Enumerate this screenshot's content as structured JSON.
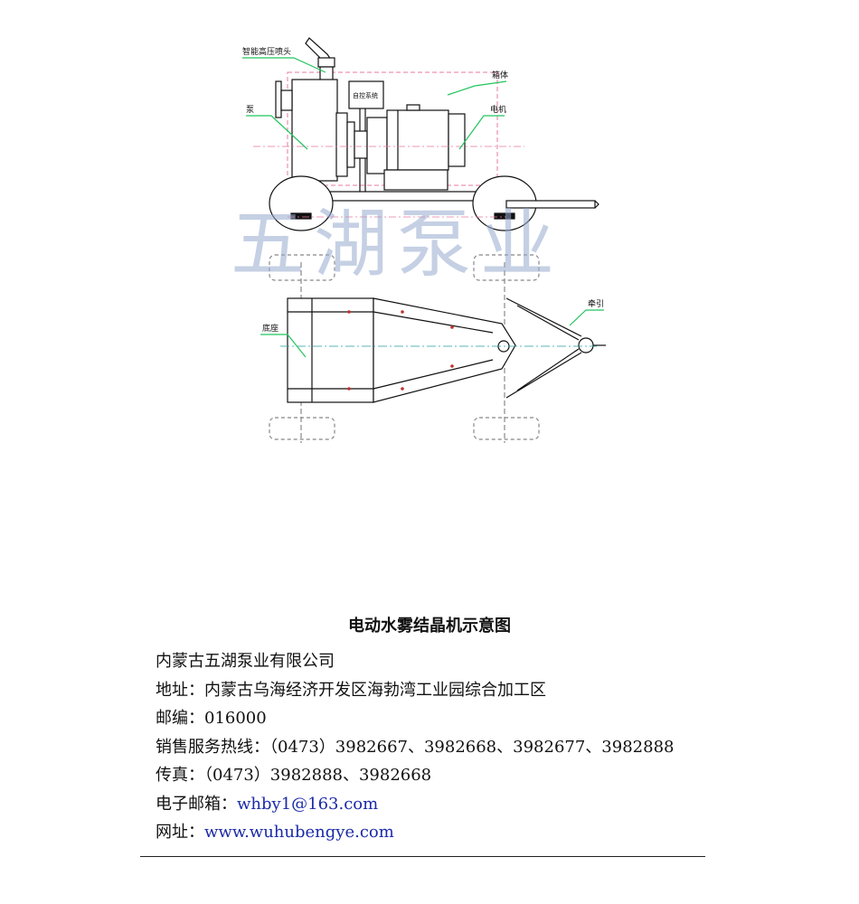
{
  "drawing": {
    "labels": {
      "nozzle": "智能高压喷头",
      "casing": "箱体",
      "pump": "泵",
      "motor": "电机",
      "control": "自控系统",
      "base": "底座",
      "tow": "牵引"
    },
    "watermark": "五湖泵业",
    "colors": {
      "leader": "#22c55e",
      "centerline": "#e879a0",
      "outline": "#111111"
    }
  },
  "title": "电动水雾结晶机示意图",
  "company": "内蒙古五湖泵业有限公司",
  "address": {
    "label": "地址：",
    "value": "内蒙古乌海经济开发区海勃湾工业园综合加工区"
  },
  "postcode": {
    "label": "邮编：",
    "value": "016000"
  },
  "hotline": {
    "label": "销售服务热线：",
    "value": "（0473）3982667、3982668、3982677、3982888"
  },
  "fax": {
    "label": "传真：",
    "value": "（0473）3982888、3982668"
  },
  "email": {
    "label": "电子邮箱：",
    "value": "whby1@163.com"
  },
  "website": {
    "label": "网址：",
    "value": "www.wuhubengye.com"
  }
}
